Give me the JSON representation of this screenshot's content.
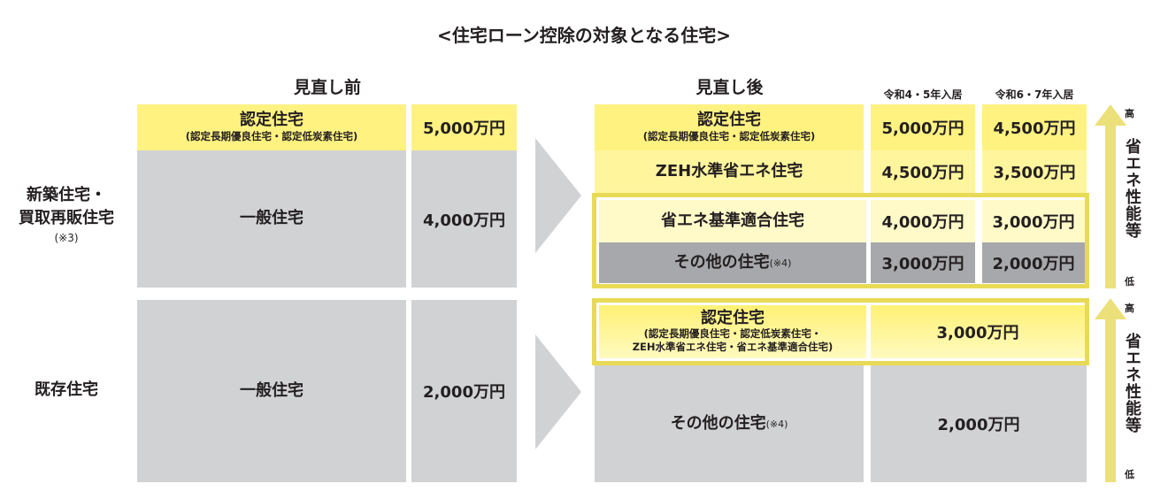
{
  "title": "<住宅ローン控除の対象となる住宅>",
  "before": {
    "header": "見直し前",
    "new": {
      "nintei_main": "認定住宅",
      "nintei_sub": "(認定長期優良住宅・認定低炭素住宅)",
      "nintei_price": "5,000万円",
      "general_label": "一般住宅",
      "general_price": "4,000万円"
    },
    "existing": {
      "general_label": "一般住宅",
      "general_price": "2,000万円"
    }
  },
  "after": {
    "header": "見直し後",
    "col_r4_5": "令和4・5年入居",
    "col_r6_7": "令和6・7年入居",
    "new": {
      "rows": [
        {
          "label": "認定住宅",
          "sub": "(認定長期優良住宅・認定低炭素住宅)",
          "r4_5": "5,000万円",
          "r6_7": "4,500万円"
        },
        {
          "label": "ZEH水準省エネ住宅",
          "r4_5": "4,500万円",
          "r6_7": "3,500万円"
        },
        {
          "label": "省エネ基準適合住宅",
          "r4_5": "4,000万円",
          "r6_7": "3,000万円"
        },
        {
          "label": "その他の住宅",
          "note": "(※4)",
          "r4_5": "3,000万円",
          "r6_7": "2,000万円"
        }
      ]
    },
    "existing": {
      "nintei_main": "認定住宅",
      "nintei_sub1": "(認定長期優良住宅・認定低炭素住宅・",
      "nintei_sub2": "ZEH水準省エネ住宅・省エネ基準適合住宅)",
      "nintei_price": "3,000万円",
      "other_label": "その他の住宅",
      "other_note": "(※4)",
      "other_price": "2,000万円"
    }
  },
  "row_labels": {
    "new_line1": "新築住宅・",
    "new_line2": "買取再販住宅",
    "new_note": "(※3)",
    "existing": "既存住宅"
  },
  "arrow": {
    "high": "高",
    "low": "低",
    "label": "省エネ性能等"
  },
  "colors": {
    "yellow_strong": "#fff280",
    "yellow_mid": "#fff59d",
    "yellow_light": "#fffac8",
    "gray_light": "#d1d2d4",
    "gray_dark": "#a7a8ab",
    "outline_yellow": "#e8da55",
    "arrow_yellow": "#ece07a"
  }
}
